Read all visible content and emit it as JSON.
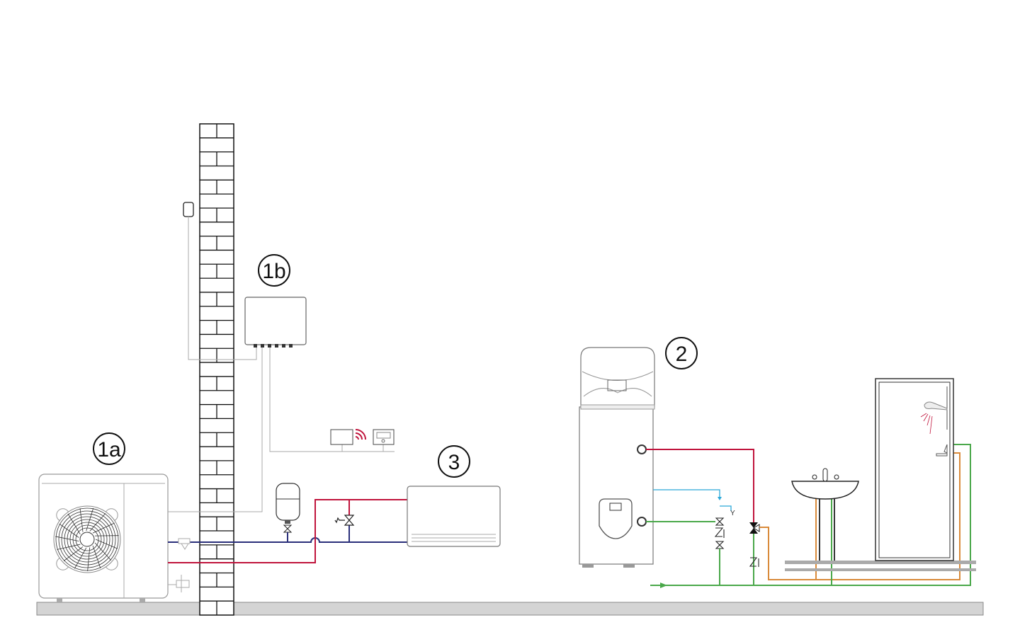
{
  "labels": {
    "outdoor_unit": "1a",
    "indoor_unit": "1b",
    "water_heater": "2",
    "fan_coil": "3",
    "drain": "Y"
  },
  "colors": {
    "hot_pipe": "#c0143c",
    "return_pipe": "#2a2f7a",
    "cold_water": "#4aa84a",
    "hot_water": "#d98a3a",
    "relief": "#2aa8d8",
    "wifi": "#c0143c",
    "ground": "#d4d4d4"
  }
}
